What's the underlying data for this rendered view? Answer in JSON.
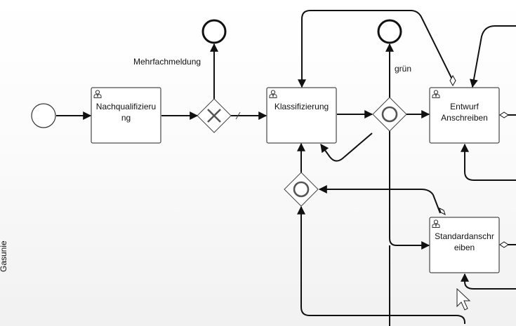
{
  "lane": {
    "label": "Gasunie"
  },
  "tasks": {
    "nachqualifizierung": {
      "line1": "Nachqualifizieru",
      "line2": "ng"
    },
    "klassifizierung": {
      "line1": "Klassifizierung"
    },
    "entwurf": {
      "line1": "Entwurf",
      "line2": "Anschreiben"
    },
    "standard": {
      "line1": "Standardanschr",
      "line2": "eiben"
    }
  },
  "labels": {
    "mehrfachmeldung": "Mehrfachmeldung",
    "gruen": "grün"
  },
  "icons": {
    "task": "user-task-icon",
    "pointer": "mouse-cursor-icon"
  },
  "colors": {
    "stroke": "#111111",
    "task_fill": "#ffffff",
    "gateway_stroke": "#444444",
    "gateway_symbol": "#555555"
  }
}
